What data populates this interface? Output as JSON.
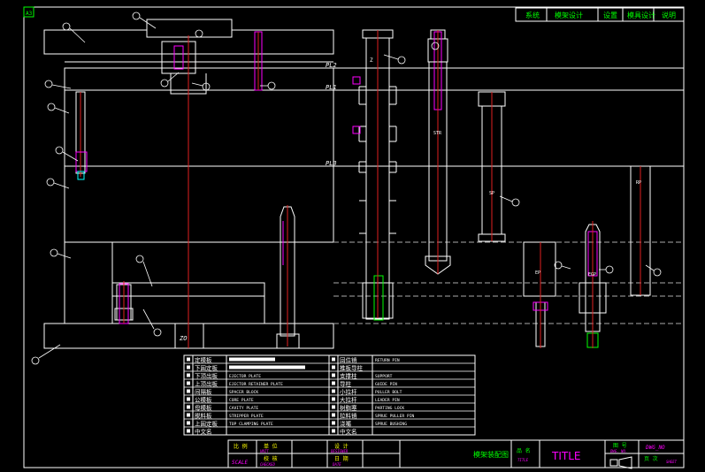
{
  "drawing": {
    "corner_tag": "A3",
    "top_menu": [
      "系统",
      "模架设计",
      "设置",
      "模具设计",
      "说明"
    ],
    "parting_labels": [
      "PL2",
      "PL1",
      "PL3"
    ],
    "part_labels": {
      "rp": "RP",
      "sp": "SP",
      "ep": "EP",
      "str": "STR",
      "egp": "EGP",
      "z": "Z",
      "zo": "ZO"
    },
    "legend_rows": [
      {
        "zh": "定模板",
        "en": ""
      },
      {
        "zh": "下固定板",
        "en": ""
      },
      {
        "zh": "下顶出板",
        "en": "EJECTOR PLATE"
      },
      {
        "zh": "上顶出板",
        "en": "EJECTOR RETAINER PLATE"
      },
      {
        "zh": "间隔板",
        "en": "SPACER BLOCK"
      },
      {
        "zh": "公模板",
        "en": "CORE PLATE"
      },
      {
        "zh": "母模板",
        "en": "CAVITY PLATE"
      },
      {
        "zh": "脱料板",
        "en": "STRIPPER PLATE"
      },
      {
        "zh": "上固定板",
        "en": "TOP CLAMPING PLATE"
      },
      {
        "zh": "中文名",
        "en": ""
      }
    ],
    "legend_rows_right": [
      {
        "zh": "回位销",
        "en": "RETURN PIN"
      },
      {
        "zh": "推板导柱",
        "en": ""
      },
      {
        "zh": "支撑柱",
        "en": "SUPPORT"
      },
      {
        "zh": "导柱",
        "en": "GUIDE PIN"
      },
      {
        "zh": "小拉杆",
        "en": "PULLER BOLT"
      },
      {
        "zh": "大拉杆",
        "en": "LEADER PIN"
      },
      {
        "zh": "树脂塞",
        "en": "PARTING LOCK"
      },
      {
        "zh": "拉料销",
        "en": "SPRUE PULLER PIN"
      },
      {
        "zh": "浇嘴",
        "en": "SPRUE BUSHING"
      },
      {
        "zh": "中文名",
        "en": ""
      }
    ],
    "title_block": {
      "scale_zh": "比 例",
      "scale_en": "SCALE",
      "unit_zh": "单 位",
      "unit_en": "UNIT",
      "check_zh": "校 核",
      "check_en": "CHECKED",
      "design_zh": "设 计",
      "design_en": "DESIGNER",
      "date_zh": "日 期",
      "date_en": "DATE",
      "assembly": "模架装配图",
      "name_zh": "品 名",
      "name_en": "TITLE",
      "title": "TITLE",
      "dwg_zh": "图 号",
      "dwg_en": "DWG. NO.",
      "dwg_value": "DWG_NO",
      "sheet_zh": "页 次",
      "sheet_en": "SHEET"
    }
  },
  "colors": {
    "line": "#ffffff",
    "frame": "#ffffff",
    "center": "#e02020",
    "menu": "#00ff00",
    "magenta": "#ff00ff",
    "cyan": "#00ffff",
    "green": "#00ff00",
    "yellow": "#ffff00",
    "dim": "#9a9a9a"
  }
}
